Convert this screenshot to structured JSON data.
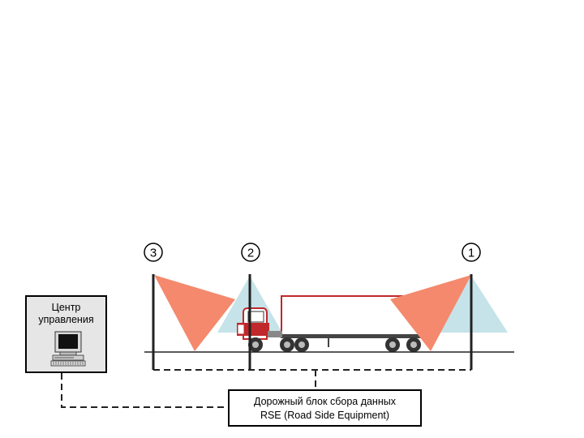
{
  "sensors": [
    {
      "number": "3"
    },
    {
      "number": "2"
    },
    {
      "number": "1"
    }
  ],
  "control_center": {
    "line1": "Центр",
    "line2": "управления"
  },
  "rse_unit": {
    "line1": "Дорожный блок сбора данных",
    "line2": "RSE (Road Side Equipment)"
  },
  "colors": {
    "orange_beam": "#F4896D",
    "blue_beam": "#C5E3E8",
    "truck_red": "#C0282B",
    "pole": "#222222"
  }
}
